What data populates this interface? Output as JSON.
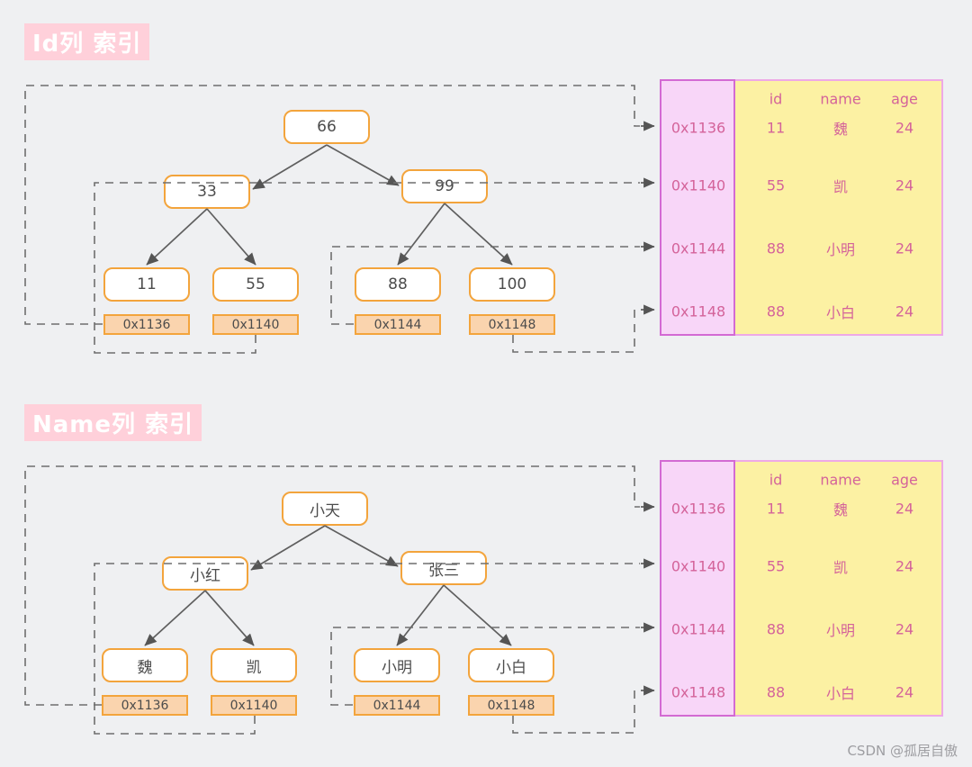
{
  "watermark": "CSDN @孤居自傲",
  "colors": {
    "background": "#eff0f2",
    "title_bg": "#ffd0da",
    "title_text": "#ffffff",
    "node_border": "#f3a43c",
    "node_fill": "#ffffff",
    "address_box_fill": "#fad4ae",
    "address_col_fill": "#f8d6f8",
    "address_col_border": "#d36ad3",
    "table_fill": "#fcf1a3",
    "table_border": "#eea9e6",
    "table_text": "#d4639a",
    "dashed_line": "#6e6e6e",
    "arrow": "#555555"
  },
  "sections": [
    {
      "title": "Id列 索引",
      "tree": {
        "root": "66",
        "level2": [
          "33",
          "99"
        ],
        "leaves": [
          "11",
          "55",
          "88",
          "100"
        ]
      },
      "addresses": [
        "0x1136",
        "0x1140",
        "0x1144",
        "0x1148"
      ],
      "table": {
        "headers": [
          "id",
          "name",
          "age"
        ],
        "rows": [
          [
            "11",
            "魏",
            "24"
          ],
          [
            "55",
            "凯",
            "24"
          ],
          [
            "88",
            "小明",
            "24"
          ],
          [
            "88",
            "小白",
            "24"
          ]
        ]
      }
    },
    {
      "title": "Name列 索引",
      "tree": {
        "root": "小天",
        "level2": [
          "小红",
          "张三"
        ],
        "leaves": [
          "魏",
          "凯",
          "小明",
          "小白"
        ]
      },
      "addresses": [
        "0x1136",
        "0x1140",
        "0x1144",
        "0x1148"
      ],
      "table": {
        "headers": [
          "id",
          "name",
          "age"
        ],
        "rows": [
          [
            "11",
            "魏",
            "24"
          ],
          [
            "55",
            "凯",
            "24"
          ],
          [
            "88",
            "小明",
            "24"
          ],
          [
            "88",
            "小白",
            "24"
          ]
        ]
      }
    }
  ]
}
